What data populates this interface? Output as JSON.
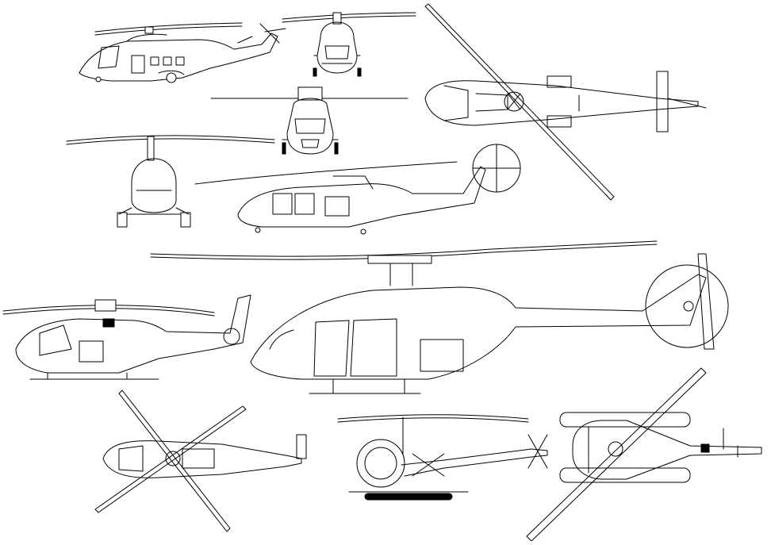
{
  "drawing": {
    "background": "#ffffff",
    "line_color": "#000000",
    "views": [
      {
        "id": "heavy-helicopter-side",
        "icon": "helicopter-side-icon"
      },
      {
        "id": "heavy-helicopter-front",
        "icon": "helicopter-front-icon"
      },
      {
        "id": "heavy-helicopter-top",
        "icon": "helicopter-top-icon"
      },
      {
        "id": "twin-helicopter-front",
        "icon": "helicopter-front-icon"
      },
      {
        "id": "light-helicopter-front",
        "icon": "helicopter-front-icon"
      },
      {
        "id": "medium-helicopter-side",
        "icon": "helicopter-side-icon"
      },
      {
        "id": "utility-helicopter-side",
        "icon": "helicopter-side-icon"
      },
      {
        "id": "jetranger-side",
        "icon": "helicopter-side-icon"
      },
      {
        "id": "twin-helicopter-top",
        "icon": "helicopter-top-icon"
      },
      {
        "id": "trainer-helicopter-side",
        "icon": "helicopter-side-icon"
      },
      {
        "id": "skid-helicopter-top",
        "icon": "helicopter-top-icon"
      }
    ]
  }
}
